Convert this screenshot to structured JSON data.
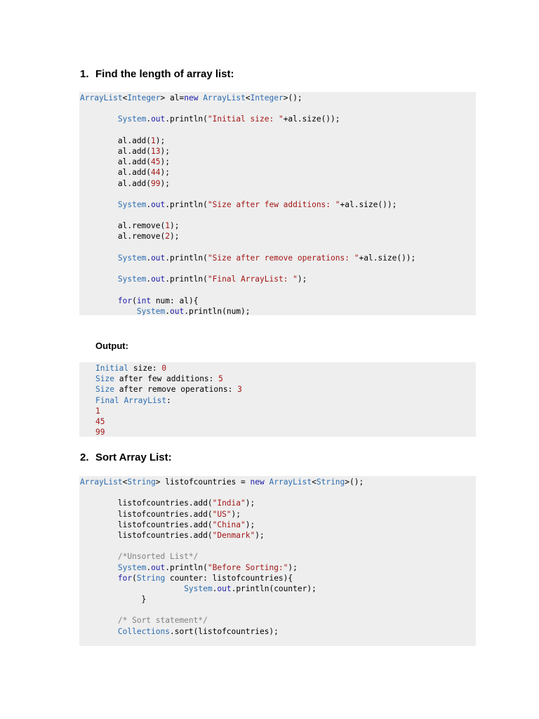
{
  "section1": {
    "number": "1.",
    "title": "Find the length of array list:",
    "code": [
      [
        [
          "type",
          "ArrayList"
        ],
        [
          "plain",
          "<"
        ],
        [
          "type",
          "Integer"
        ],
        [
          "plain",
          "> al="
        ],
        [
          "kw",
          "new"
        ],
        [
          "plain",
          " "
        ],
        [
          "type",
          "ArrayList"
        ],
        [
          "plain",
          "<"
        ],
        [
          "type",
          "Integer"
        ],
        [
          "plain",
          ">();"
        ]
      ],
      [],
      [
        [
          "plain",
          "        "
        ],
        [
          "sys",
          "System"
        ],
        [
          "plain",
          "."
        ],
        [
          "field",
          "out"
        ],
        [
          "plain",
          ".println("
        ],
        [
          "str",
          "\"Initial size: \""
        ],
        [
          "plain",
          "+al.size());"
        ]
      ],
      [],
      [
        [
          "plain",
          "        al.add("
        ],
        [
          "num",
          "1"
        ],
        [
          "plain",
          ");"
        ]
      ],
      [
        [
          "plain",
          "        al.add("
        ],
        [
          "num",
          "13"
        ],
        [
          "plain",
          ");"
        ]
      ],
      [
        [
          "plain",
          "        al.add("
        ],
        [
          "num",
          "45"
        ],
        [
          "plain",
          ");"
        ]
      ],
      [
        [
          "plain",
          "        al.add("
        ],
        [
          "num",
          "44"
        ],
        [
          "plain",
          ");"
        ]
      ],
      [
        [
          "plain",
          "        al.add("
        ],
        [
          "num",
          "99"
        ],
        [
          "plain",
          ");"
        ]
      ],
      [],
      [
        [
          "plain",
          "        "
        ],
        [
          "sys",
          "System"
        ],
        [
          "plain",
          "."
        ],
        [
          "field",
          "out"
        ],
        [
          "plain",
          ".println("
        ],
        [
          "str",
          "\"Size after few additions: \""
        ],
        [
          "plain",
          "+al.size());"
        ]
      ],
      [],
      [
        [
          "plain",
          "        al.remove("
        ],
        [
          "num",
          "1"
        ],
        [
          "plain",
          ");"
        ]
      ],
      [
        [
          "plain",
          "        al.remove("
        ],
        [
          "num",
          "2"
        ],
        [
          "plain",
          ");"
        ]
      ],
      [],
      [
        [
          "plain",
          "        "
        ],
        [
          "sys",
          "System"
        ],
        [
          "plain",
          "."
        ],
        [
          "field",
          "out"
        ],
        [
          "plain",
          ".println("
        ],
        [
          "str",
          "\"Size after remove operations: \""
        ],
        [
          "plain",
          "+al.size());"
        ]
      ],
      [],
      [
        [
          "plain",
          "        "
        ],
        [
          "sys",
          "System"
        ],
        [
          "plain",
          "."
        ],
        [
          "field",
          "out"
        ],
        [
          "plain",
          ".println("
        ],
        [
          "str",
          "\"Final ArrayList: \""
        ],
        [
          "plain",
          ");"
        ]
      ],
      [],
      [
        [
          "plain",
          "        "
        ],
        [
          "kw",
          "for"
        ],
        [
          "plain",
          "("
        ],
        [
          "kw",
          "int"
        ],
        [
          "plain",
          " num: al){"
        ]
      ],
      [
        [
          "plain",
          "            "
        ],
        [
          "sys",
          "System"
        ],
        [
          "plain",
          "."
        ],
        [
          "field",
          "out"
        ],
        [
          "plain",
          ".println(num);"
        ]
      ]
    ]
  },
  "output": {
    "label": "Output:",
    "code": [
      [
        [
          "type",
          "Initial"
        ],
        [
          "plain",
          " size: "
        ],
        [
          "num",
          "0"
        ]
      ],
      [
        [
          "type",
          "Size"
        ],
        [
          "plain",
          " after few additions: "
        ],
        [
          "num",
          "5"
        ]
      ],
      [
        [
          "type",
          "Size"
        ],
        [
          "plain",
          " after remove operations: "
        ],
        [
          "num",
          "3"
        ]
      ],
      [
        [
          "type",
          "Final"
        ],
        [
          "plain",
          " "
        ],
        [
          "type",
          "ArrayList"
        ],
        [
          "plain",
          ":"
        ]
      ],
      [
        [
          "num",
          "1"
        ]
      ],
      [
        [
          "num",
          "45"
        ]
      ],
      [
        [
          "num",
          "99"
        ]
      ]
    ]
  },
  "section2": {
    "number": "2.",
    "title": "Sort Array List:",
    "code": [
      [
        [
          "type",
          "ArrayList"
        ],
        [
          "plain",
          "<"
        ],
        [
          "type",
          "String"
        ],
        [
          "plain",
          "> listofcountries = "
        ],
        [
          "kw",
          "new"
        ],
        [
          "plain",
          " "
        ],
        [
          "type",
          "ArrayList"
        ],
        [
          "plain",
          "<"
        ],
        [
          "type",
          "String"
        ],
        [
          "plain",
          ">();"
        ]
      ],
      [],
      [
        [
          "plain",
          "        listofcountries.add("
        ],
        [
          "str",
          "\"India\""
        ],
        [
          "plain",
          ");"
        ]
      ],
      [
        [
          "plain",
          "        listofcountries.add("
        ],
        [
          "str",
          "\"US\""
        ],
        [
          "plain",
          ");"
        ]
      ],
      [
        [
          "plain",
          "        listofcountries.add("
        ],
        [
          "str",
          "\"China\""
        ],
        [
          "plain",
          ");"
        ]
      ],
      [
        [
          "plain",
          "        listofcountries.add("
        ],
        [
          "str",
          "\"Denmark\""
        ],
        [
          "plain",
          ");"
        ]
      ],
      [],
      [
        [
          "plain",
          "        "
        ],
        [
          "cmt",
          "/*Unsorted List*/"
        ]
      ],
      [
        [
          "plain",
          "        "
        ],
        [
          "sys",
          "System"
        ],
        [
          "plain",
          "."
        ],
        [
          "field",
          "out"
        ],
        [
          "plain",
          ".println("
        ],
        [
          "str",
          "\"Before Sorting:\""
        ],
        [
          "plain",
          ");"
        ]
      ],
      [
        [
          "plain",
          "        "
        ],
        [
          "kw",
          "for"
        ],
        [
          "plain",
          "("
        ],
        [
          "type",
          "String"
        ],
        [
          "plain",
          " counter: listofcountries){"
        ]
      ],
      [
        [
          "plain",
          "                      "
        ],
        [
          "sys",
          "System"
        ],
        [
          "plain",
          "."
        ],
        [
          "field",
          "out"
        ],
        [
          "plain",
          ".println(counter);"
        ]
      ],
      [
        [
          "plain",
          "             }"
        ]
      ],
      [],
      [
        [
          "plain",
          "        "
        ],
        [
          "cmt",
          "/* Sort statement*/"
        ]
      ],
      [
        [
          "plain",
          "        "
        ],
        [
          "sys",
          "Collections"
        ],
        [
          "plain",
          ".sort(listofcountries);"
        ]
      ]
    ]
  }
}
